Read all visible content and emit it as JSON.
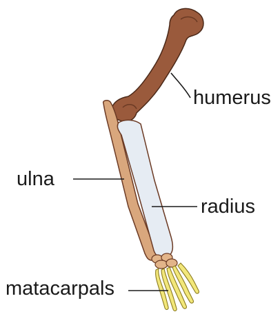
{
  "labels": {
    "humerus": "humerus",
    "ulna": "ulna",
    "radius": "radius",
    "metacarpals": "matacarpals"
  },
  "colors": {
    "humerus": "#9a5a3c",
    "humerus_dark": "#6b3a24",
    "ulna": "#d9a77d",
    "radius": "#e6ecf3",
    "carpals": "#e2b489",
    "metacarpals": "#f2e77a",
    "leader_line": "#1a1a1a"
  }
}
